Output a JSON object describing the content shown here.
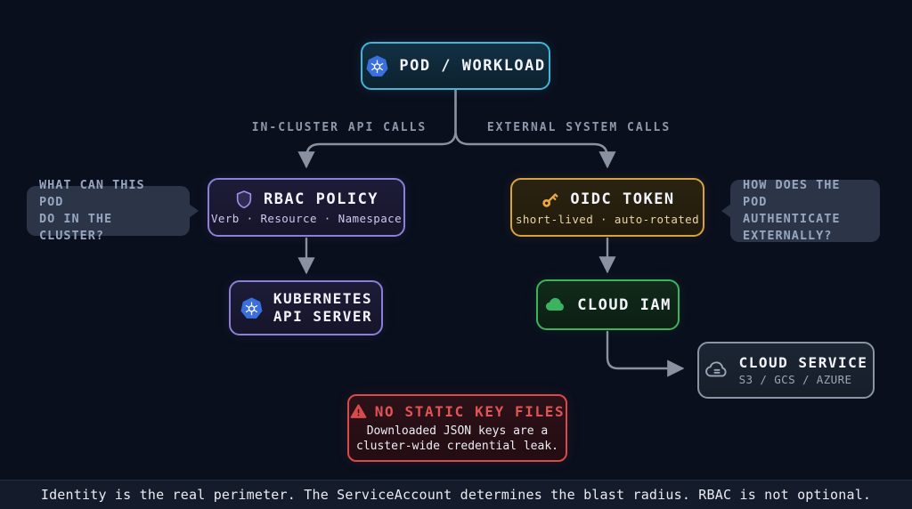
{
  "colors": {
    "background": "#0a0f1d",
    "pod_accent": "#3eb7da",
    "rbac_accent": "#8b7fd9",
    "oidc_accent": "#d9a33c",
    "iam_accent": "#3cb45f",
    "service_accent": "#8a94a4",
    "warning_accent": "#d94a4a",
    "connector": "#8a92a2",
    "kubernetes_blue": "#3a6fdd"
  },
  "nodes": {
    "pod": {
      "icon": "kubernetes-icon",
      "label": "POD / WORKLOAD"
    },
    "rbac": {
      "icon": "shield-icon",
      "label": "RBAC POLICY",
      "subtitle": "Verb · Resource · Namespace"
    },
    "oidc": {
      "icon": "key-icon",
      "label": "OIDC TOKEN",
      "subtitle": "short-lived · auto-rotated"
    },
    "apiserver": {
      "icon": "kubernetes-icon",
      "label_line1": "KUBERNETES",
      "label_line2": "API SERVER"
    },
    "iam": {
      "icon": "cloud-icon",
      "label": "CLOUD IAM"
    },
    "service": {
      "icon": "cloud-storage-icon",
      "label": "CLOUD SERVICE",
      "subtitle": "S3 / GCS / AZURE"
    }
  },
  "branches": {
    "left_label": "IN-CLUSTER API CALLS",
    "right_label": "EXTERNAL SYSTEM CALLS"
  },
  "notes": {
    "left": {
      "lines": [
        "WHAT CAN THIS POD",
        "DO IN THE CLUSTER?"
      ]
    },
    "right": {
      "lines": [
        "HOW DOES THE POD",
        "AUTHENTICATE",
        "EXTERNALLY?"
      ]
    }
  },
  "warning": {
    "icon": "warning-triangle-icon",
    "title": "NO STATIC KEY FILES",
    "lines": [
      "Downloaded JSON keys are a",
      "cluster-wide credential leak."
    ]
  },
  "footer": {
    "text": "Identity is the real perimeter. The ServiceAccount determines the blast radius. RBAC is not optional."
  }
}
